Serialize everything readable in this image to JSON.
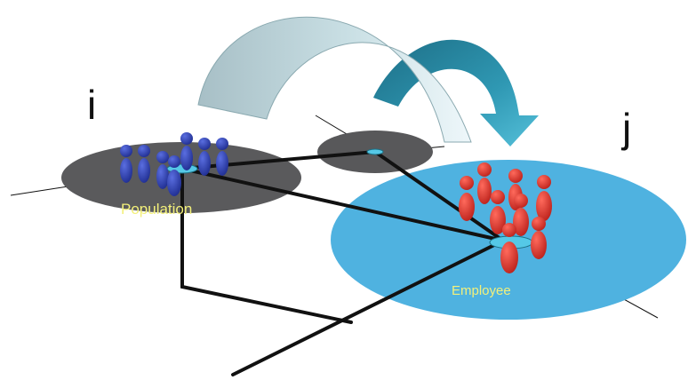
{
  "labels": {
    "origin_node": "i",
    "destination_node": "j",
    "origin_zone": "Population",
    "destination_zone": "Employee"
  },
  "colors": {
    "origin_zone_fill": "#5a5a5c",
    "middle_zone_fill": "#58585a",
    "destination_zone_fill": "#4fb2e0",
    "zone_text": "#f3f07a",
    "population_figures": "#2a3aa2",
    "employee_figures": "#e0352a",
    "network_links": "#111111",
    "centroid": "#55c8e6",
    "arrow_large": "#a9c2c8",
    "arrow_small": "#2e93ad"
  },
  "icons": {
    "population_figure": "person-blue-icon",
    "employee_figure": "person-red-icon"
  }
}
